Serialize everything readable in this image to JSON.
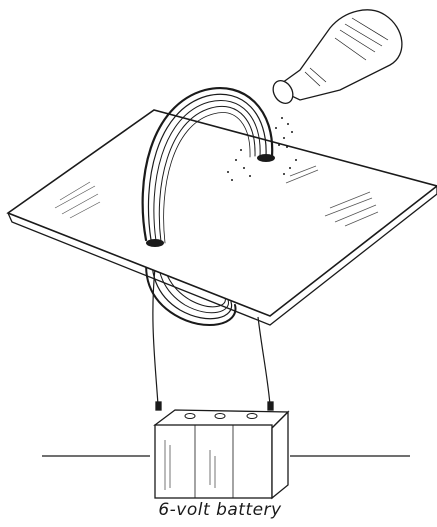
{
  "caption": "6-volt battery",
  "colors": {
    "ink": "#1a1a1a",
    "paper": "#ffffff"
  },
  "elements": {
    "cardboard": "flat-sheet",
    "wire": "coiled-loop",
    "shaker": "salt-shaker",
    "battery": "storage-battery"
  }
}
